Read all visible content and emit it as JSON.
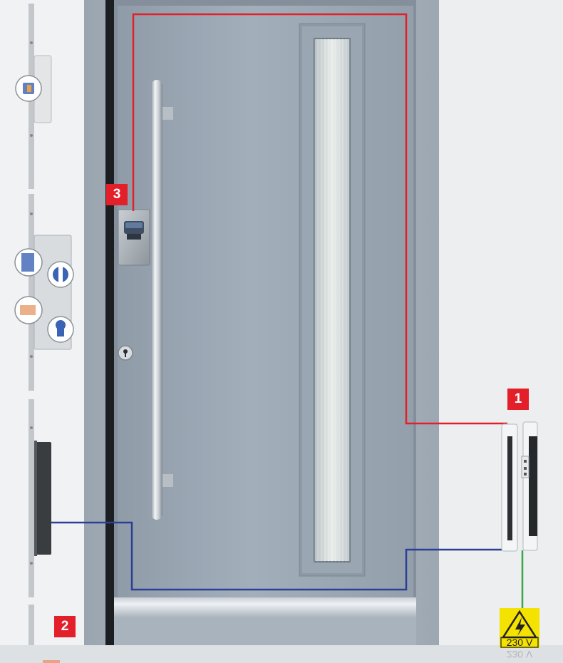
{
  "markers": {
    "motor_lock": "1",
    "power_supply": "2",
    "fingerprint_reader": "3"
  },
  "power": {
    "voltage_label": "230 V"
  },
  "colors": {
    "marker_red": "#e3202a",
    "signal_cable": "#e3202a",
    "power_cable": "#2c3f97",
    "ground_cable": "#3aa84a",
    "warning_yellow": "#f4e200",
    "door_leaf": "#99a6b2",
    "frame": "#a6b1bc",
    "background": "#eceeef"
  },
  "icons": {
    "warning": "high-voltage-warning-icon",
    "fingerprint": "fingerprint-sensor-icon",
    "keyhole": "keyhole-icon"
  }
}
